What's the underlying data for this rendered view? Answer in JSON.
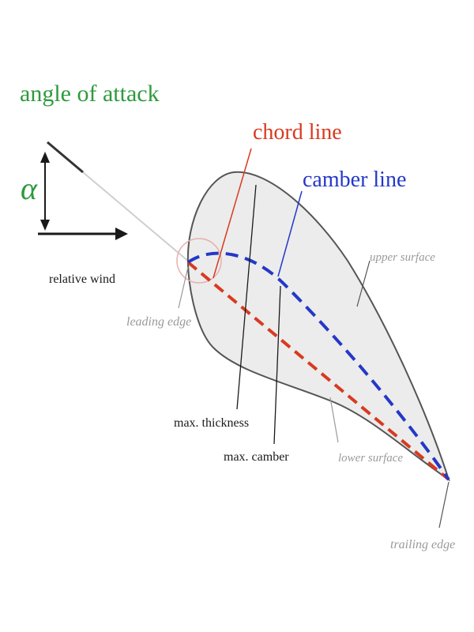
{
  "labels": {
    "angle_of_attack": "angle of attack",
    "alpha": "α",
    "relative_wind": "relative wind",
    "chord_line": "chord line",
    "camber_line": "camber line",
    "upper_surface": "upper surface",
    "lower_surface": "lower surface",
    "leading_edge": "leading edge",
    "trailing_edge": "trailing edge",
    "max_thickness": "max. thickness",
    "max_camber": "max. camber"
  },
  "colors": {
    "angle_label": "#2e9a3e",
    "chord": "#d83a20",
    "camber": "#2438c8",
    "airfoil_fill": "#ececec",
    "airfoil_outline": "#555555",
    "callout_gray": "#9a9a9a"
  }
}
